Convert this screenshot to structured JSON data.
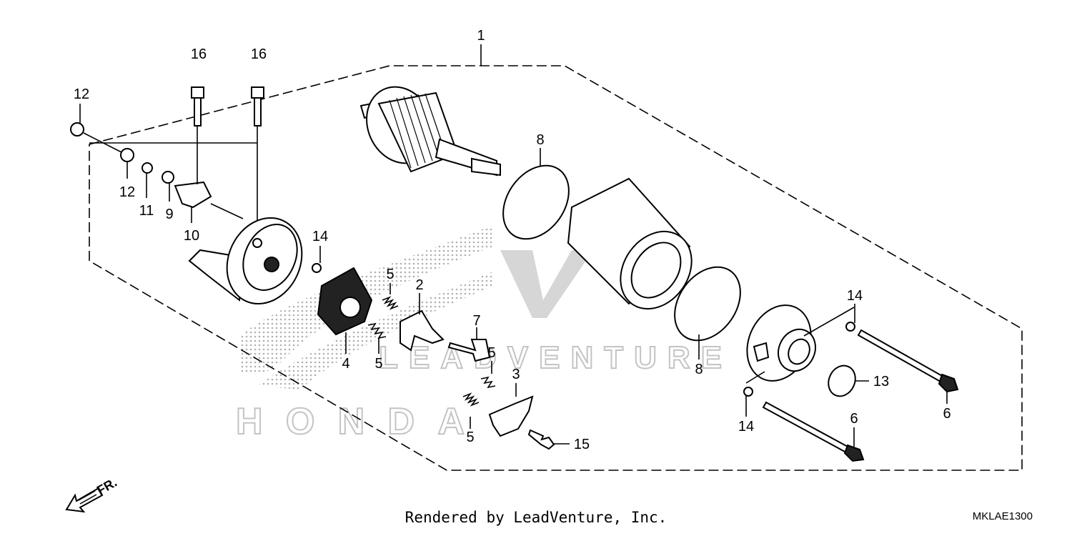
{
  "callouts": {
    "c1": "1",
    "c2": "2",
    "c3": "3",
    "c4": "4",
    "c5a": "5",
    "c5b": "5",
    "c5c": "5",
    "c5d": "5",
    "c6a": "6",
    "c6b": "6",
    "c7": "7",
    "c8a": "8",
    "c8b": "8",
    "c9": "9",
    "c10": "10",
    "c11": "11",
    "c12a": "12",
    "c12b": "12",
    "c13": "13",
    "c14a": "14",
    "c14b": "14",
    "c14c": "14",
    "c15": "15",
    "c16a": "16",
    "c16b": "16"
  },
  "front_arrow_label": "FR.",
  "watermark": {
    "brand": "HONDA",
    "company": "LEADVENTURE"
  },
  "footer": {
    "rendered_by": "Rendered by LeadVenture, Inc.",
    "diagram_code": "MKLAE1300"
  }
}
